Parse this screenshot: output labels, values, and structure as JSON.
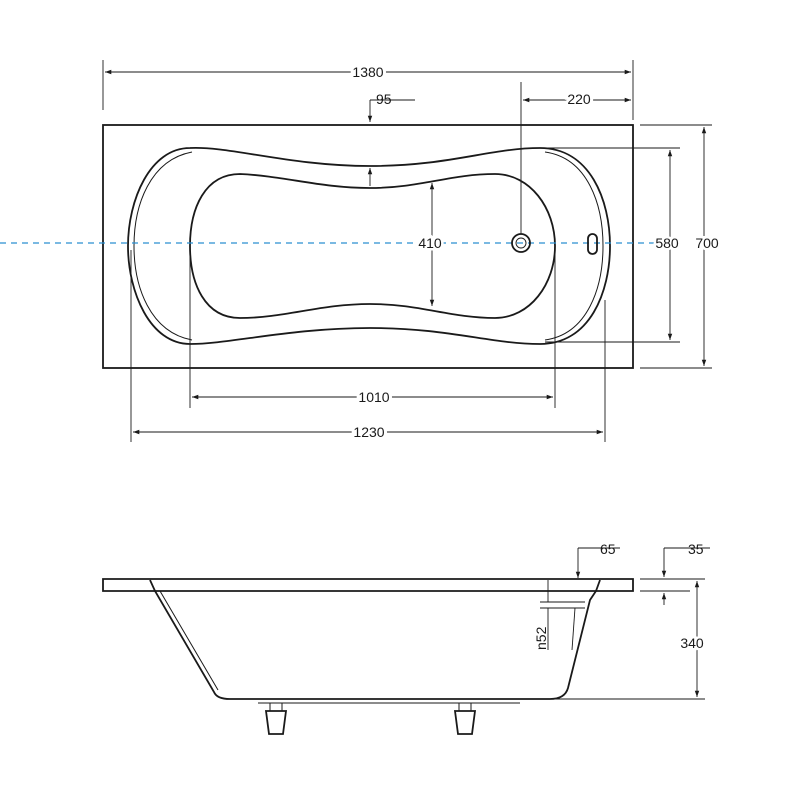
{
  "top_view": {
    "length": "1380",
    "overflow_offset": "95",
    "drain_offset": "220",
    "inner_depth_mark": "410",
    "inner_width": "580",
    "outer_width": "700",
    "bottom_length": "1010",
    "inner_length": "1230"
  },
  "side_view": {
    "rim_dim": "65",
    "edge_dim": "35",
    "overflow_dim": "n52",
    "depth": "340"
  },
  "colors": {
    "line": "#1a1a1a",
    "axis": "#2a8fd0"
  }
}
